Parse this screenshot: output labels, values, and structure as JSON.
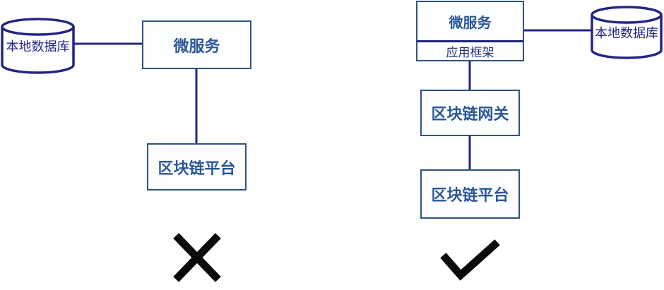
{
  "colors": {
    "outline_navy": "#232584",
    "box_border": "#2e5380",
    "divider_navy": "#1f2378",
    "title_text": "#2b5797",
    "secondary_text": "#27307f",
    "mark_black": "#0a0a0a",
    "background": "#ffffff"
  },
  "left_diagram": {
    "database_label": "本地数据库",
    "microservice_label": "微服务",
    "platform_label": "区块链平台",
    "verdict_icon": "cross-mark",
    "verdict_symbol": "✕"
  },
  "right_diagram": {
    "microservice_label": "微服务",
    "framework_label": "应用框架",
    "database_label": "本地数据库",
    "gateway_label": "区块链网关",
    "platform_label": "区块链平台",
    "verdict_icon": "check-mark",
    "verdict_symbol": "✓"
  }
}
